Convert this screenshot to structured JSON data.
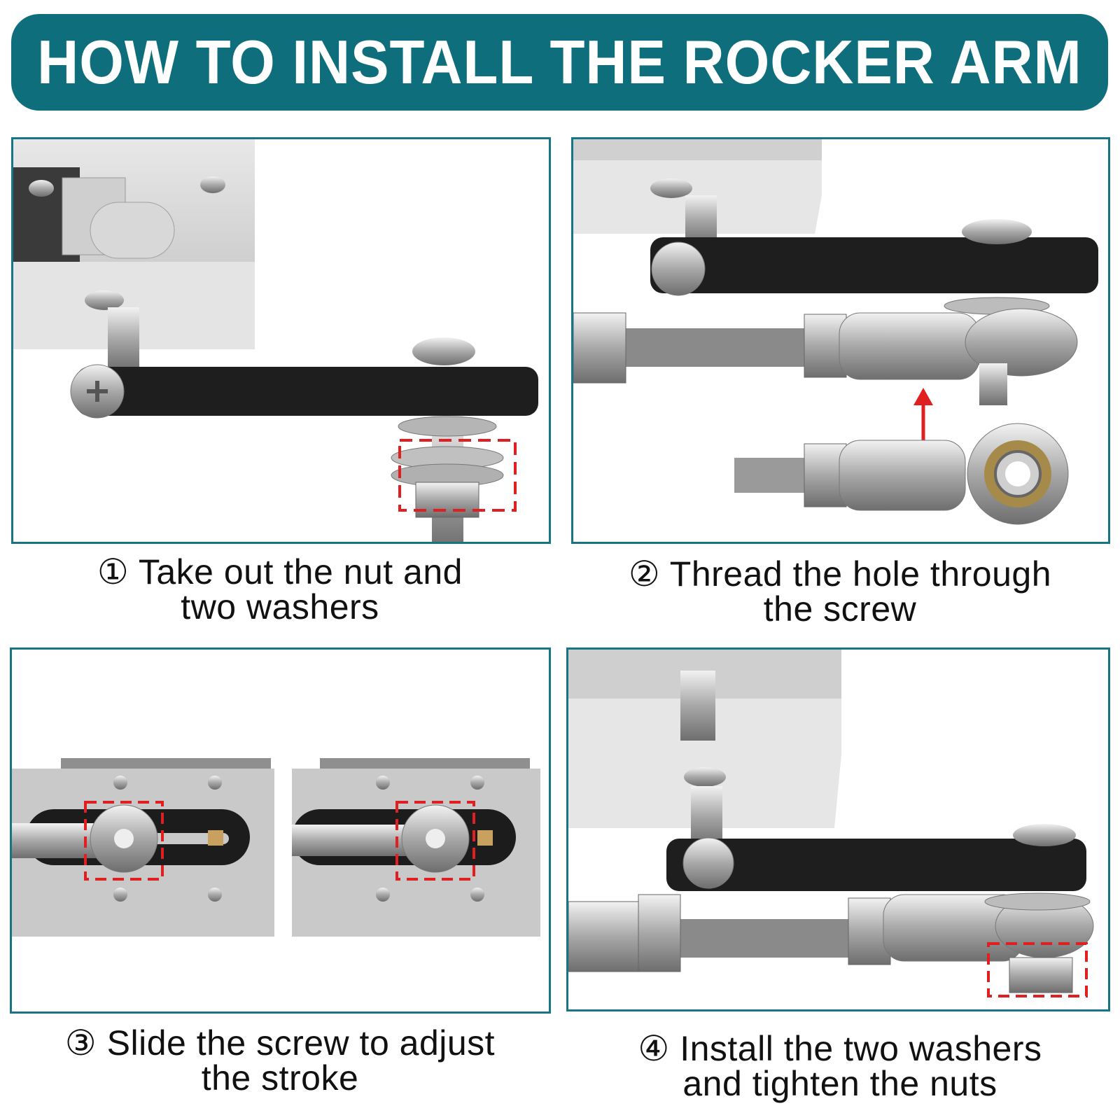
{
  "header": {
    "title": "HOW TO INSTALL THE ROCKER ARM"
  },
  "colors": {
    "banner": "#0f6e7c",
    "panel_border": "#177585",
    "highlight": "#e02020",
    "arrow": "#e02020"
  },
  "steps": [
    {
      "line1": "① Take out the nut and",
      "line2": "two washers"
    },
    {
      "line1": "② Thread the hole through",
      "line2": "the screw"
    },
    {
      "line1": "③ Slide the screw to adjust",
      "line2": "the stroke"
    },
    {
      "line1": "④ Install the two washers",
      "line2": "and tighten the nuts"
    }
  ]
}
